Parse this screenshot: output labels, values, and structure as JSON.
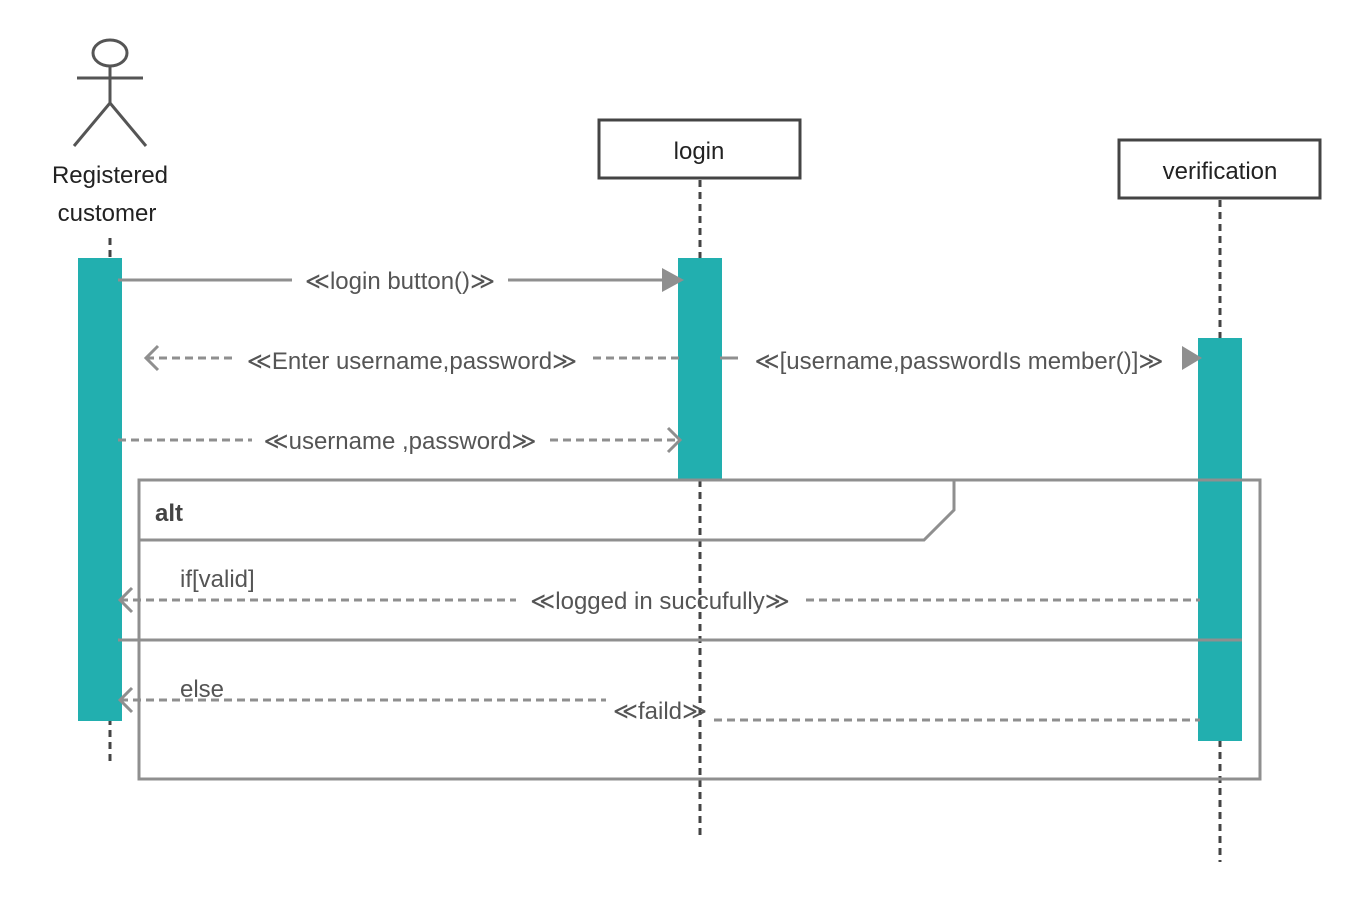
{
  "participants": {
    "actor": {
      "line1": "Registered",
      "line2": "customer"
    },
    "login": {
      "label": "login"
    },
    "verification": {
      "label": "verification"
    }
  },
  "messages": {
    "m1": "≪login button()≫",
    "m2": "≪Enter username,password≫",
    "m3": "≪[username,passwordIs member()]≫",
    "m4": "≪username ,password≫",
    "m5": "≪logged in succufully≫",
    "m6": "≪faild≫"
  },
  "fragment": {
    "operator": "alt",
    "guard1": "if[valid]",
    "guard2": "else"
  },
  "colors": {
    "activation": "#22AFAF",
    "line": "#8F8F8F",
    "frame": "#8F8F8F",
    "box_border": "#444444",
    "text": "#555555"
  }
}
